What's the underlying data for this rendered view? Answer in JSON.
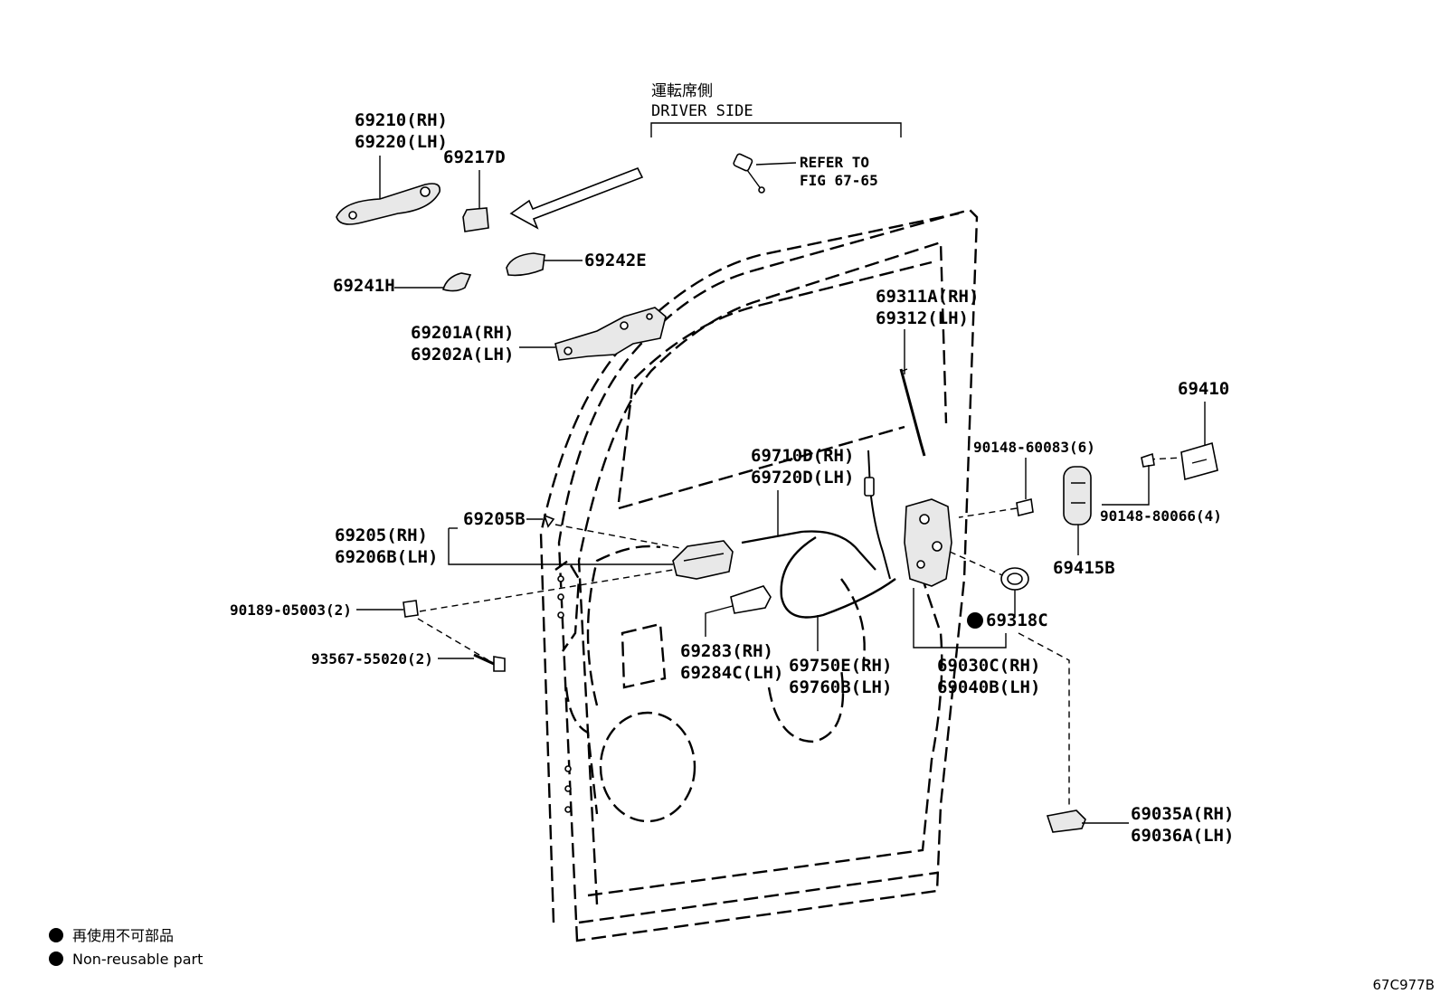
{
  "header": {
    "jp": "運転席側",
    "en": "DRIVER SIDE"
  },
  "refer": {
    "line1": "REFER TO",
    "line2": "FIG 67-65"
  },
  "parts": {
    "p69210": "69210(RH)",
    "p69220": "69220(LH)",
    "p69217D": "69217D",
    "p69242E": "69242E",
    "p69241H": "69241H",
    "p69201A": "69201A(RH)",
    "p69202A": "69202A(LH)",
    "p69311A": "69311A(RH)",
    "p69312": "69312(LH)",
    "p69410": "69410",
    "p90148_60083": "90148-60083(6)",
    "p90148_80066": "90148-80066(4)",
    "p69415B": "69415B",
    "p69710D": "69710D(RH)",
    "p69720D": "69720D(LH)",
    "p69205B": "69205B",
    "p69205": "69205(RH)",
    "p69206B": "69206B(LH)",
    "p90189": "90189-05003(2)",
    "p93567": "93567-55020(2)",
    "p69283": "69283(RH)",
    "p69284C": "69284C(LH)",
    "p69750E": "69750E(RH)",
    "p69760B": "69760B(LH)",
    "p69318C": "69318C",
    "p69030C": "69030C(RH)",
    "p69040B": "69040B(LH)",
    "p69035A": "69035A(RH)",
    "p69036A": "69036A(LH)"
  },
  "legend": {
    "jp": "再使用不可部品",
    "en": "Non-reusable part"
  },
  "figure_code": "67C977B"
}
